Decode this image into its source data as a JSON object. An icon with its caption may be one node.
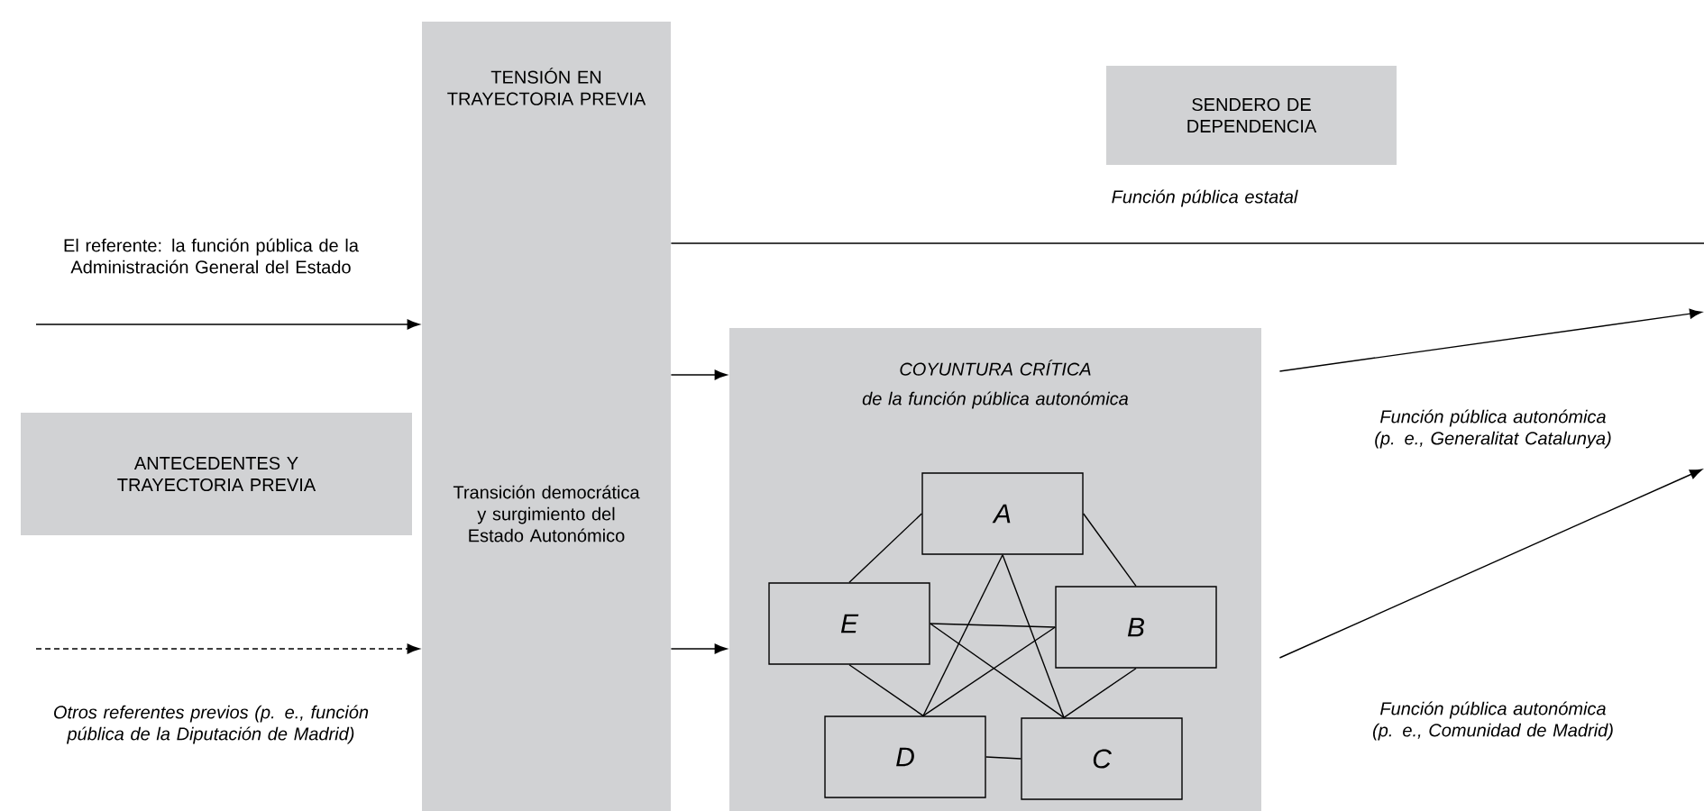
{
  "diagram": {
    "nodes": [
      {
        "text": [
          "ANTECEDENTES Y TRAYECTORIA PREVIA"
        ]
      },
      {
        "text": [
          "TENSIÓN EN TRAYECTORIA PREVIA",
          "Transición democrática y surgimiento del Estado Autonómico"
        ]
      },
      {
        "text": [
          "SENDERO DE DEPENDENCIA"
        ]
      },
      {
        "text": [
          "COYUNTURA CRÍTICA",
          "de la función pública autonómica"
        ]
      },
      {
        "text": [
          "A"
        ],
        "in": 3
      },
      {
        "text": [
          "E"
        ],
        "in": 3
      },
      {
        "text": [
          "B"
        ],
        "in": 3
      },
      {
        "text": [
          "D"
        ],
        "in": 3
      },
      {
        "text": [
          "C"
        ],
        "in": 3
      }
    ],
    "edges": [
      {
        "from": null,
        "to": 1,
        "arrow": "to",
        "label": "El referente: la función pública de la Administración General del Estado"
      },
      {
        "from": null,
        "to": 1,
        "arrow": "to",
        "style": "dashed",
        "label": "Otros referentes previos (p. e., función pública de la Diputación de Madrid)"
      },
      {
        "from": 1,
        "to": 3,
        "arrow": "to"
      },
      {
        "from": 1,
        "to": 3,
        "arrow": "to"
      },
      {
        "from": 1,
        "to": null,
        "arrow": "none",
        "label": "Función pública estatal"
      },
      {
        "from": 3,
        "to": null,
        "arrow": "to",
        "label": "Función pública autonómica (p. e., Generalitat Catalunya)"
      },
      {
        "from": 3,
        "to": null,
        "arrow": "to",
        "label": "Función pública autonómica (p. e., Comunidad de Madrid)"
      },
      {
        "from": 4,
        "to": 5,
        "arrow": "none"
      },
      {
        "from": 4,
        "to": 6,
        "arrow": "none"
      },
      {
        "from": 4,
        "to": 7,
        "arrow": "none"
      },
      {
        "from": 4,
        "to": 8,
        "arrow": "none"
      },
      {
        "from": 5,
        "to": 6,
        "arrow": "none"
      },
      {
        "from": 5,
        "to": 8,
        "arrow": "none"
      },
      {
        "from": 6,
        "to": 7,
        "arrow": "none"
      },
      {
        "from": 5,
        "to": 7,
        "arrow": "none"
      },
      {
        "from": 6,
        "to": 8,
        "arrow": "none"
      },
      {
        "from": 7,
        "to": 8,
        "arrow": "none"
      }
    ]
  }
}
